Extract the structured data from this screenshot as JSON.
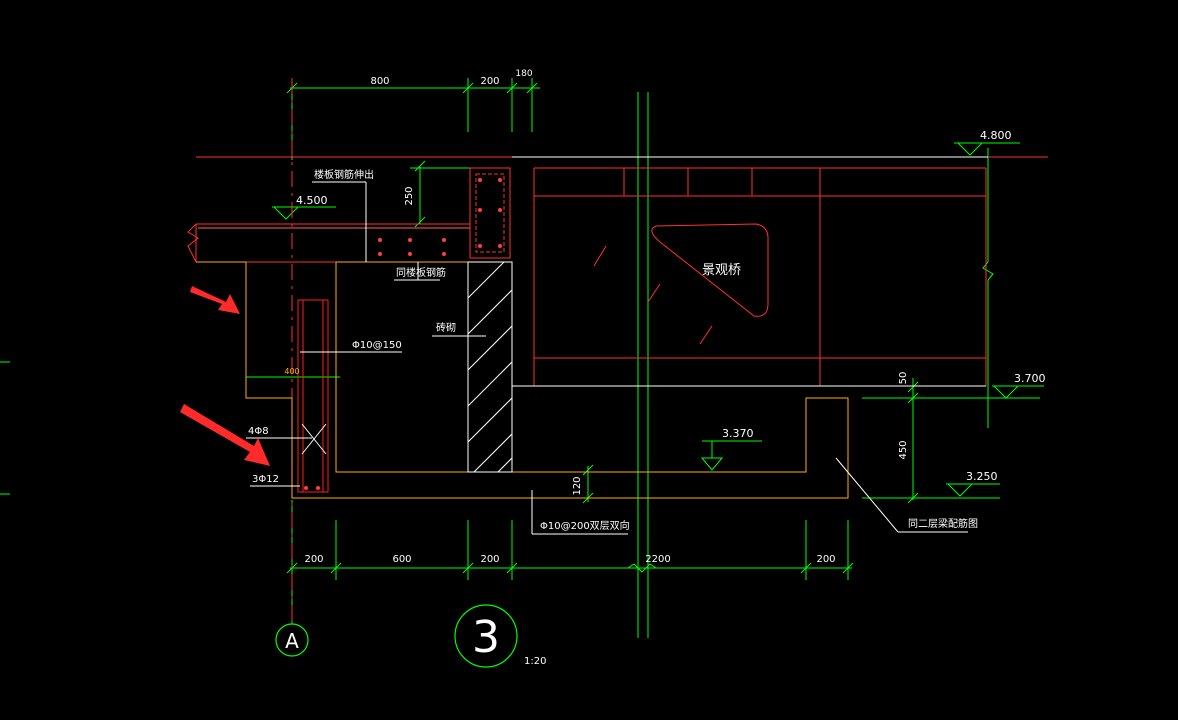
{
  "colors": {
    "background": "#000000",
    "dimension": "#00ff00",
    "concrete": "#ff3030",
    "outline": "#ffffff",
    "finish": "#ffb000",
    "rebar_detail": "#ff2020",
    "arrow": "#ff2a2a",
    "text": "#ffffff"
  },
  "dims_top": [
    "800",
    "200",
    "180"
  ],
  "dims_bottom": [
    "200",
    "600",
    "200",
    "2200",
    "200"
  ],
  "dims_vertical": {
    "slab_thickness": "250",
    "upper_gap": "50",
    "step_height": "450",
    "base_thickness": "120",
    "column_width": "400"
  },
  "elevations": {
    "top_right": "4.800",
    "slab": "4.500",
    "right_mid": "3.700",
    "inner_floor": "3.370",
    "right_low": "3.250"
  },
  "labels": {
    "slab_rebar_extend": "楼板钢筋伸出",
    "same_slab_rebar": "同楼板钢筋",
    "brick_wall": "砖砌",
    "stirrup": "Φ10@150",
    "rebar_4": "4Φ8",
    "rebar_3": "3Φ12",
    "base_rebar": "Φ10@200双层双向",
    "bridge": "景观桥",
    "second_floor_beam": "同二层梁配筋图"
  },
  "axis_label": "A",
  "section_number": "3",
  "scale": "1:20",
  "annotations": {
    "arrow_count": 2
  }
}
